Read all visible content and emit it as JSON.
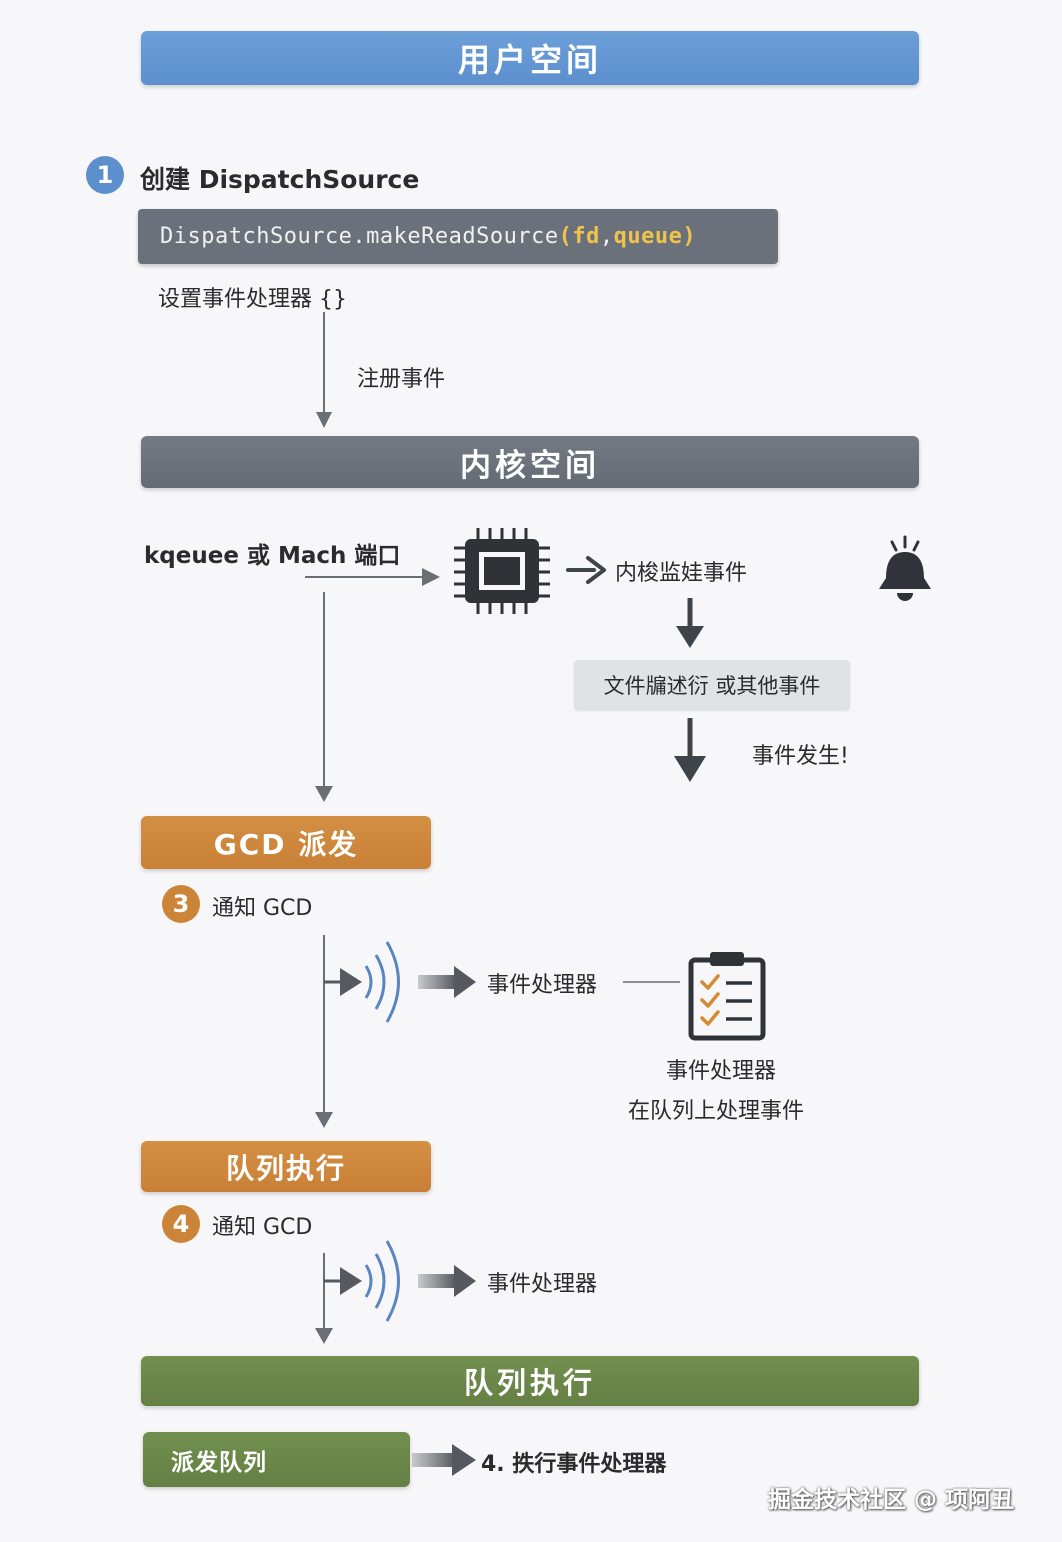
{
  "bands": {
    "user_space": "用户空间",
    "kernel_space": "内核空间",
    "gcd_dispatch": "GCD 派发",
    "queue_exec_orange": "队列执行",
    "queue_exec_green": "队列执行",
    "dispatch_queue": "派发队列"
  },
  "step1": {
    "number": "1",
    "title": "创建 DispatchSource",
    "code_plain": "DispatchSource.makeReadSource",
    "code_open": "(",
    "code_arg1": "fd",
    "code_sep": ", ",
    "code_arg2": "queue",
    "code_close": ")",
    "set_handler": "设置事件处理器 {}",
    "register": "注册事件"
  },
  "kernel": {
    "source": "kqeuee 或 Mach 端口",
    "monitor": "内梭监娃事件",
    "fd_box": "文件牖述衍 或其他事件",
    "event_happens": "事件发生!"
  },
  "step3": {
    "number": "3",
    "title": "通知 GCD",
    "handler": "事件处理器",
    "handler_note_line1": "事件处理器",
    "handler_note_line2": "在队列上处理事件"
  },
  "step4": {
    "number": "4",
    "title": "通知 GCD",
    "handler": "事件处理器"
  },
  "final": {
    "exec": "4. 抶行事件处理器"
  },
  "watermark": "掘金技术社区 @ 项阿丑",
  "icons": {
    "chip": "cpu-chip-icon",
    "bell": "bell-icon",
    "clipboard": "checklist-clipboard-icon",
    "signal": "signal-waves-icon"
  },
  "colors": {
    "blue": "#5b8fcd",
    "gray": "#6b717a",
    "orange": "#cc8439",
    "green": "#68844a",
    "code_highlight": "#f0c34d",
    "arrow": "#555a60"
  }
}
